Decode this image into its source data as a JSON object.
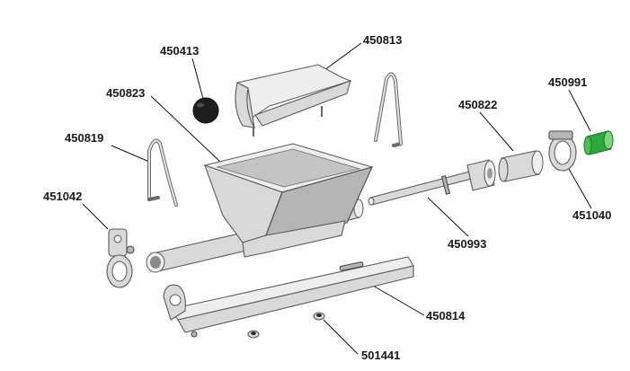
{
  "diagram": {
    "part_labels": [
      {
        "key": "ball",
        "text": "450413"
      },
      {
        "key": "tray",
        "text": "450813"
      },
      {
        "key": "hopper",
        "text": "450823"
      },
      {
        "key": "wire_left",
        "text": "450819"
      },
      {
        "key": "bracket_left",
        "text": "451042"
      },
      {
        "key": "sleeve",
        "text": "450822"
      },
      {
        "key": "cap",
        "text": "450991"
      },
      {
        "key": "clamp",
        "text": "451040"
      },
      {
        "key": "shaft",
        "text": "450993"
      },
      {
        "key": "rail",
        "text": "450814"
      },
      {
        "key": "nut",
        "text": "501441"
      }
    ],
    "colors": {
      "part_fill": "#d9d9d9",
      "part_stroke": "#5a5a5a",
      "cap_green": "#2fa83a",
      "ball_black": "#1e1e1e",
      "label_text": "#1a1a1a"
    }
  }
}
